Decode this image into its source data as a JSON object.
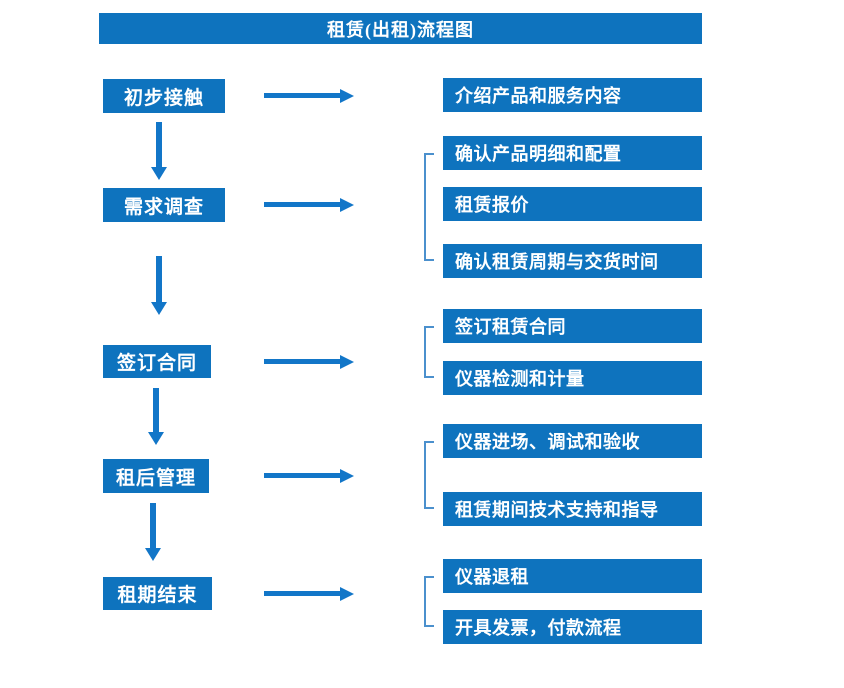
{
  "title": "租赁(出租)流程图",
  "colors": {
    "box_fill": "#0e73be",
    "arrow": "#1276c8",
    "bracket": "#4b90cd",
    "text": "#ffffff",
    "background": "#ffffff"
  },
  "flow": {
    "steps": [
      {
        "label": "初步接触",
        "details": [
          "介绍产品和服务内容"
        ]
      },
      {
        "label": "需求调查",
        "details": [
          "确认产品明细和配置",
          "租赁报价",
          "确认租赁周期与交货时间"
        ]
      },
      {
        "label": "签订合同",
        "details": [
          "签订租赁合同",
          "仪器检测和计量"
        ]
      },
      {
        "label": "租后管理",
        "details": [
          "仪器进场、调试和验收",
          "租赁期间技术支持和指导"
        ]
      },
      {
        "label": "租期结束",
        "details": [
          "仪器退租",
          "开具发票，付款流程"
        ]
      }
    ]
  }
}
